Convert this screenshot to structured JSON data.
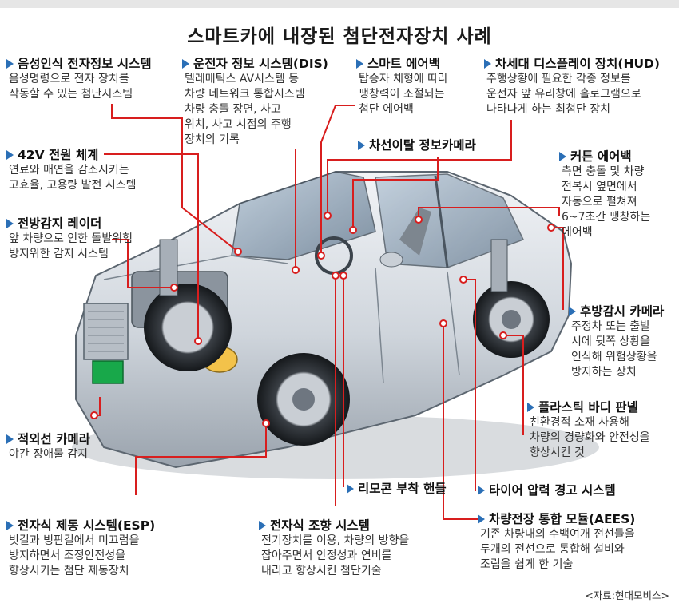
{
  "title": "스마트카에 내장된  첨단전자장치 사례",
  "source": "<자료:현대모비스>",
  "colors": {
    "leader": "#d81e1e",
    "bullet": "#2b6fb6",
    "plate": "#18a84a"
  },
  "callouts": [
    {
      "id": "voice",
      "title": "음성인식 전자정보 시스템",
      "lines": [
        "음성명령으로 전자 장치를",
        "작동할 수 있는 첨단시스템"
      ]
    },
    {
      "id": "dis",
      "title": "운전자 정보 시스템(DIS)",
      "lines": [
        "텔레매틱스 AV시스템 등",
        "차량 네트워크 통합시스템",
        "차량 충돌 장면, 사고",
        "위치, 사고 시점의 주행",
        "장치의 기록"
      ]
    },
    {
      "id": "smart-airbag",
      "title": "스마트 에어백",
      "lines": [
        "탑승자 체형에 따라",
        "팽창력이 조절되는",
        "첨단 에어백"
      ]
    },
    {
      "id": "hud",
      "title": "차세대 디스플레이 장치(HUD)",
      "lines": [
        "주행상황에 필요한 각종 정보를",
        "운전자 앞 유리창에 홀로그램으로",
        "나타나게 하는 최첨단 장치"
      ]
    },
    {
      "id": "lane",
      "title": "차선이탈 정보카메라",
      "lines": []
    },
    {
      "id": "42v",
      "title": "42V 전원 체계",
      "lines": [
        "연료와 매연을 감소시키는",
        "고효율, 고용량 발전 시스템"
      ]
    },
    {
      "id": "curtain",
      "title": "커튼 에어백",
      "lines": [
        "측면 충돌 및 차량",
        "전복시 옆면에서",
        "자동으로 펼쳐져",
        "6~7초간 팽창하는",
        "에어백"
      ]
    },
    {
      "id": "radar",
      "title": "전방감지 레이더",
      "lines": [
        "앞 차량으로 인한 돌발위험",
        "방지위한 감지 시스템"
      ]
    },
    {
      "id": "rear-cam",
      "title": "후방감시 카메라",
      "lines": [
        "주정차 또는 출발",
        "시에 뒷쪽 상황을",
        "인식해 위험상황을",
        "방지하는 장치"
      ]
    },
    {
      "id": "plastic",
      "title": "플라스틱 바디 판넬",
      "lines": [
        "친환경적 소재 사용해",
        "차량의 경량화와 안전성을",
        "향상시킨 것"
      ]
    },
    {
      "id": "ir",
      "title": "적외선 카메라",
      "lines": [
        "야간 장애물 감지"
      ]
    },
    {
      "id": "remote",
      "title": "리모콘 부착 핸들",
      "lines": []
    },
    {
      "id": "tire",
      "title": "타이어 압력 경고 시스템",
      "lines": []
    },
    {
      "id": "esp",
      "title": "전자식 제동 시스템(ESP)",
      "lines": [
        "빗길과 빙판길에서 미끄럼을",
        "방지하면서 조정안전성을",
        "향상시키는 첨단 제동장치"
      ]
    },
    {
      "id": "steer",
      "title": "전자식 조향 시스템",
      "lines": [
        "전기장치를 이용, 차량의 방향을",
        "잡아주면서 안정성과 연비를",
        "내리고 향상시킨 첨단기술"
      ]
    },
    {
      "id": "aees",
      "title": "차량전장 통합 모듈(AEES)",
      "lines": [
        "기존 차량내의 수백여개 전선들을",
        "두개의 전선으로 통합해 설비와",
        "조립을 쉽게 한 기술"
      ]
    }
  ]
}
